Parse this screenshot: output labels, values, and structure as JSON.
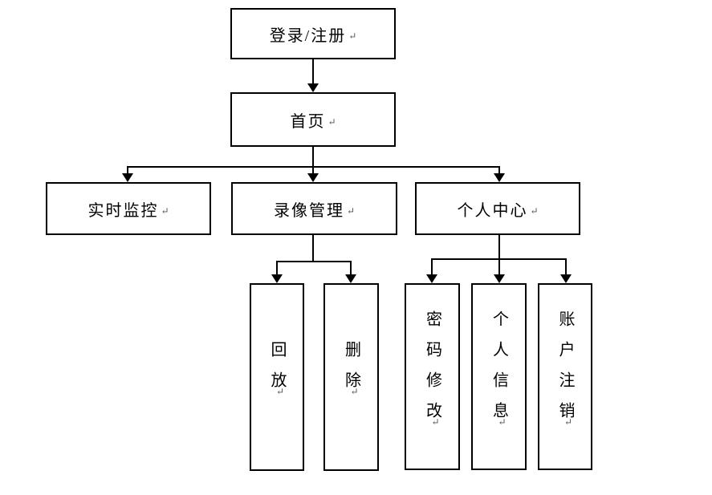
{
  "diagram": {
    "type": "flowchart",
    "background_color": "#ffffff",
    "line_color": "#000000",
    "box_border_color": "#000000",
    "paragraph_mark": "↵",
    "nodes": [
      {
        "id": "login-register",
        "label": "登录/注册",
        "orientation": "horizontal"
      },
      {
        "id": "home",
        "label": "首页",
        "orientation": "horizontal"
      },
      {
        "id": "realtime-monitor",
        "label": "实时监控",
        "orientation": "horizontal"
      },
      {
        "id": "recording-management",
        "label": "录像管理",
        "orientation": "horizontal"
      },
      {
        "id": "personal-center",
        "label": "个人中心",
        "orientation": "horizontal"
      },
      {
        "id": "playback",
        "label": "回放",
        "orientation": "vertical"
      },
      {
        "id": "delete",
        "label": "删除",
        "orientation": "vertical"
      },
      {
        "id": "password-change",
        "label": "密码修改",
        "orientation": "vertical"
      },
      {
        "id": "personal-info",
        "label": "个人信息",
        "orientation": "vertical"
      },
      {
        "id": "account-logout",
        "label": "账户注销",
        "orientation": "vertical"
      }
    ],
    "edges": [
      {
        "from": "login-register",
        "to": "home"
      },
      {
        "from": "home",
        "to": "realtime-monitor"
      },
      {
        "from": "home",
        "to": "recording-management"
      },
      {
        "from": "home",
        "to": "personal-center"
      },
      {
        "from": "recording-management",
        "to": "playback"
      },
      {
        "from": "recording-management",
        "to": "delete"
      },
      {
        "from": "personal-center",
        "to": "password-change"
      },
      {
        "from": "personal-center",
        "to": "personal-info"
      },
      {
        "from": "personal-center",
        "to": "account-logout"
      }
    ]
  }
}
